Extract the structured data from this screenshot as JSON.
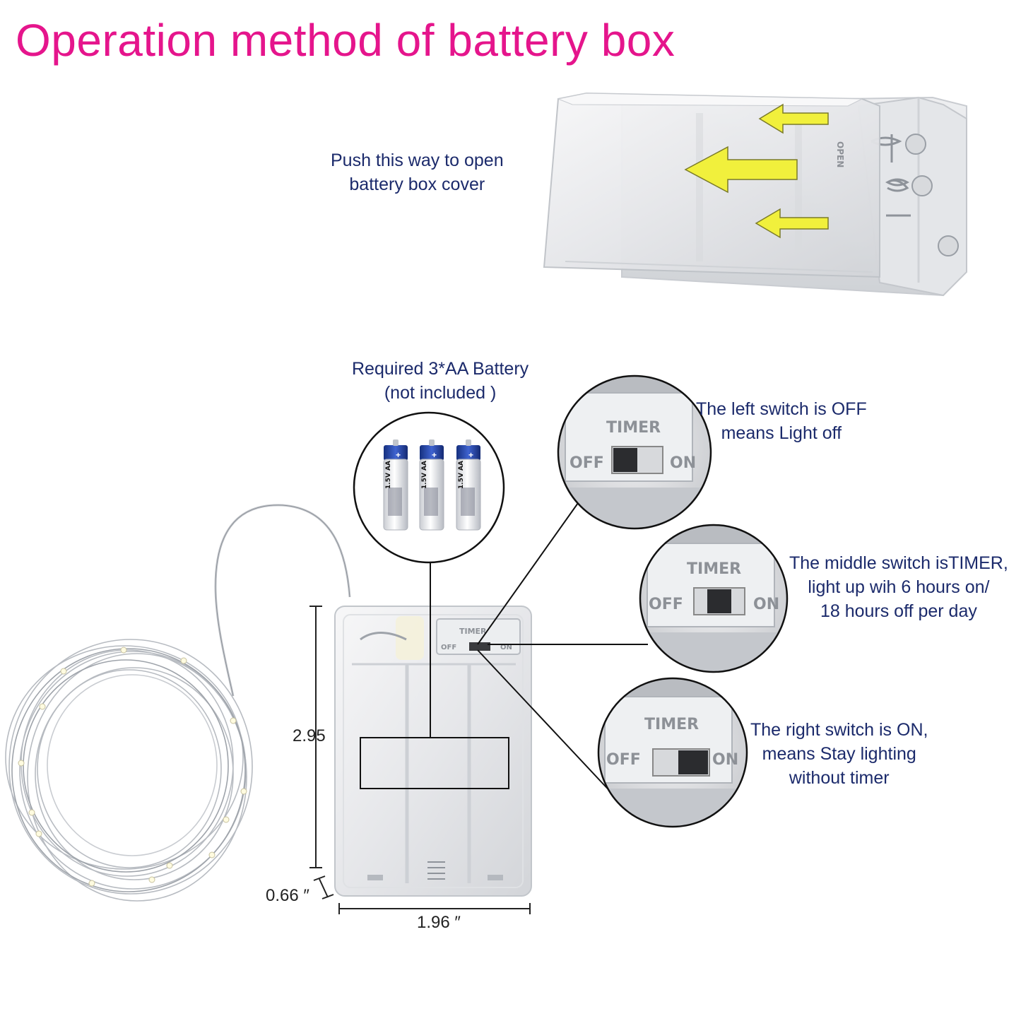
{
  "title": "Operation method of battery box",
  "open_note": {
    "line1": "Push this way to open",
    "line2": "battery box cover"
  },
  "battery_note": {
    "line1": "Required 3*AA Battery",
    "line2": "(not included )",
    "cell_label": "1.5V  AA"
  },
  "switch_notes": {
    "left": {
      "line1": "The left switch is OFF",
      "line2": "means Light off"
    },
    "middle": {
      "line1": "The middle switch isTIMER,",
      "line2": "light up wih 6 hours on/",
      "line3": "18 hours off per day"
    },
    "right": {
      "line1": "The right switch is ON,",
      "line2": "means Stay lighting",
      "line3": "without timer"
    }
  },
  "switch_stamp": {
    "timer": "TIMER",
    "off": "OFF",
    "on": "ON"
  },
  "lid_stamp": "OPEN",
  "dimensions": {
    "height": "2.95",
    "depth": "0.66 ″",
    "width": "1.96  ″"
  },
  "colors": {
    "title": "#e5158c",
    "note_text": "#1b2a6b",
    "arrow": "#f1f03c",
    "battery_blue": "#1f3b9c"
  }
}
